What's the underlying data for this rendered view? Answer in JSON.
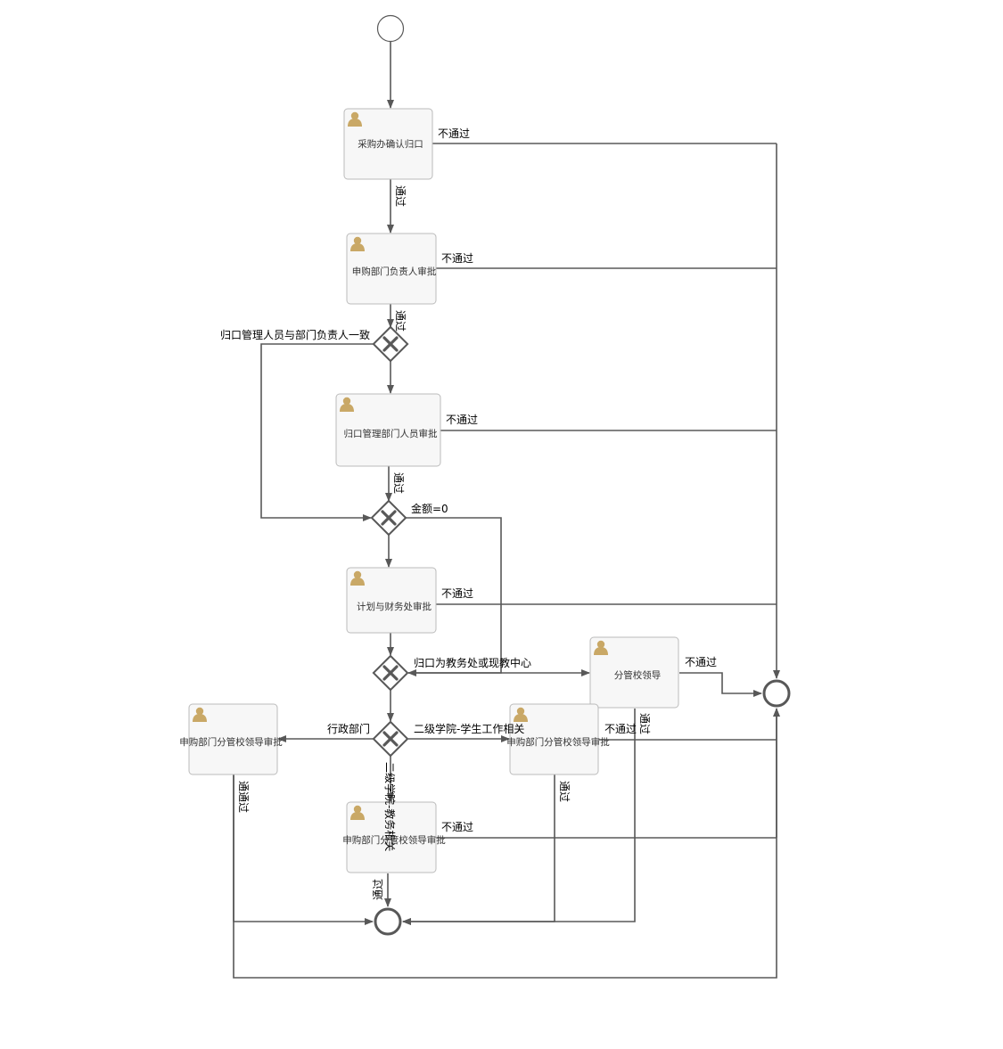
{
  "tasks": {
    "t1": "采购办确认归口",
    "t2": "申购部门负责人审批",
    "t3": "归口管理部门人员审批",
    "t4": "计划与财务处审批",
    "t5": "分管校领导",
    "t6": "申购部门分管校领导审批",
    "t7": "申购部门分管校领导审批",
    "t8": "申购部门分管校领导审批"
  },
  "labels": {
    "pass": "通过",
    "reject": "不通过",
    "consistent": "归口管理人员与部门负责人一致",
    "amount_zero": "金额=0",
    "to_teaching": "归口为教务处或现教中心",
    "admin_dept": "行政部门",
    "student_work": "二级学院-学生工作相关",
    "teaching_related": "二级学院-教务相关",
    "pass_pass": "通通过"
  },
  "colors": {
    "line": "#585858",
    "task_fill": "#f7f7f7",
    "task_border": "#bbbbbb",
    "user_icon": "#c9a866"
  },
  "icons": {
    "task": "user-icon",
    "gateway": "exclusive-gateway-x"
  }
}
